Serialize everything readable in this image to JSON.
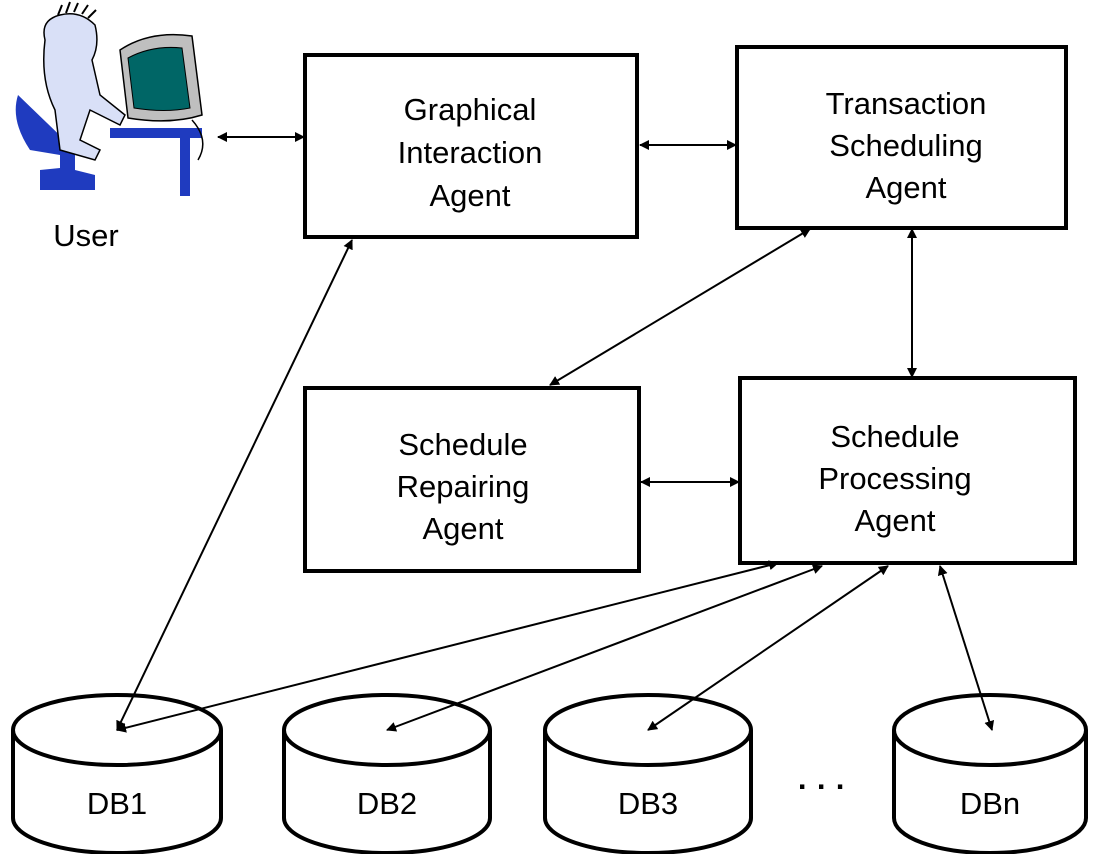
{
  "user": {
    "label": "User",
    "icon": "user-at-computer-icon"
  },
  "agents": {
    "graphical": [
      "Graphical",
      "Interaction",
      "Agent"
    ],
    "transaction": [
      "Transaction",
      "Scheduling",
      "Agent"
    ],
    "repairing": [
      "Schedule",
      "Repairing",
      "Agent"
    ],
    "processing": [
      "Schedule",
      "Processing",
      "Agent"
    ]
  },
  "databases": [
    "DB1",
    "DB2",
    "DB3",
    "DBn"
  ],
  "ellipsis": "· · ·",
  "colors": {
    "user_skin": "#d9e0f7",
    "user_blue": "#1f3bbf",
    "screen": "#006666",
    "monitor": "#bfbfbf"
  }
}
